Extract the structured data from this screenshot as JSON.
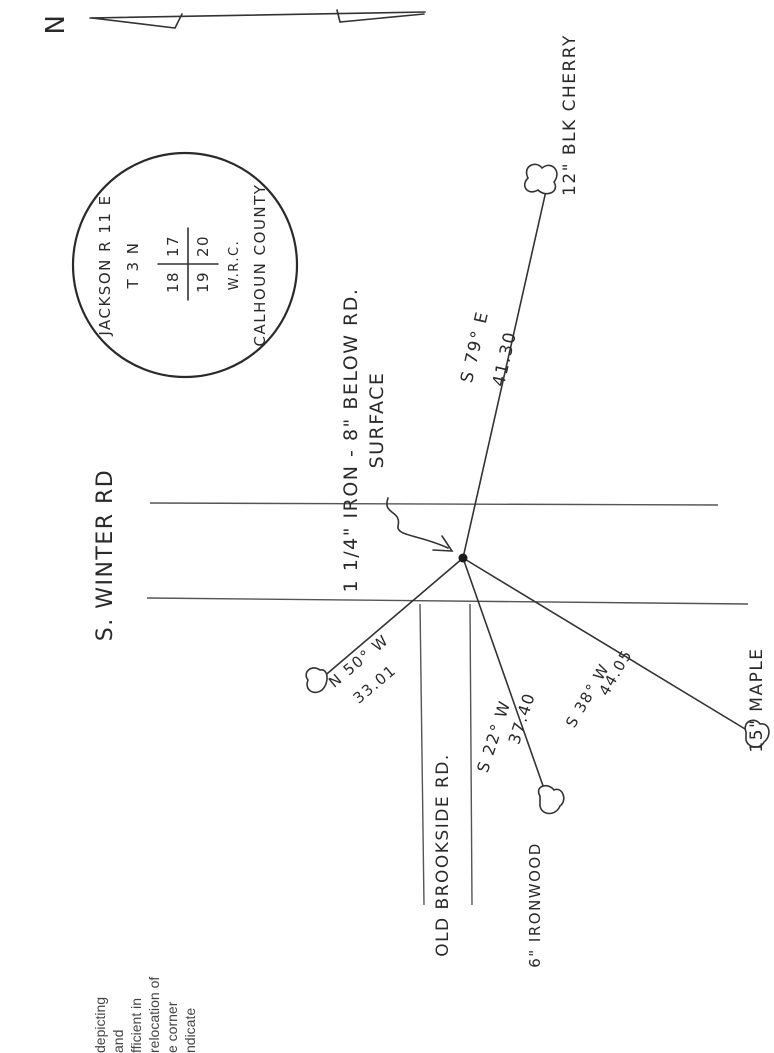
{
  "north_label": "N",
  "seal": {
    "lines": [
      "JACKSON R 11 E",
      "T 3 N",
      "CALHOUN COUNTY",
      "W.R.C."
    ]
  },
  "monument": {
    "line1": "1 1/4\" IRON - 8\" BELOW RD.",
    "line2": "SURFACE"
  },
  "roads": {
    "main": "S. WINTER RD",
    "side": "OLD BROOKSIDE RD."
  },
  "ties": [
    {
      "bearing": "S 79° E",
      "distance": "41.30",
      "tree": "12\" BLK CHERRY"
    },
    {
      "bearing": "N 50° W",
      "distance": "33.01",
      "tree": ""
    },
    {
      "bearing": "S 22° W",
      "distance": "37.40",
      "tree": "6\" IRONWOOD"
    },
    {
      "bearing": "S 38° W",
      "distance": "44.05",
      "tree": "15\" MAPLE"
    }
  ],
  "margin_note": {
    "lines": [
      "depicting",
      "and",
      "fficient in",
      "relocation of",
      "e corner",
      "ndicate"
    ]
  },
  "colors": {
    "ink": "#2a2a2a",
    "paper": "#ffffff"
  }
}
